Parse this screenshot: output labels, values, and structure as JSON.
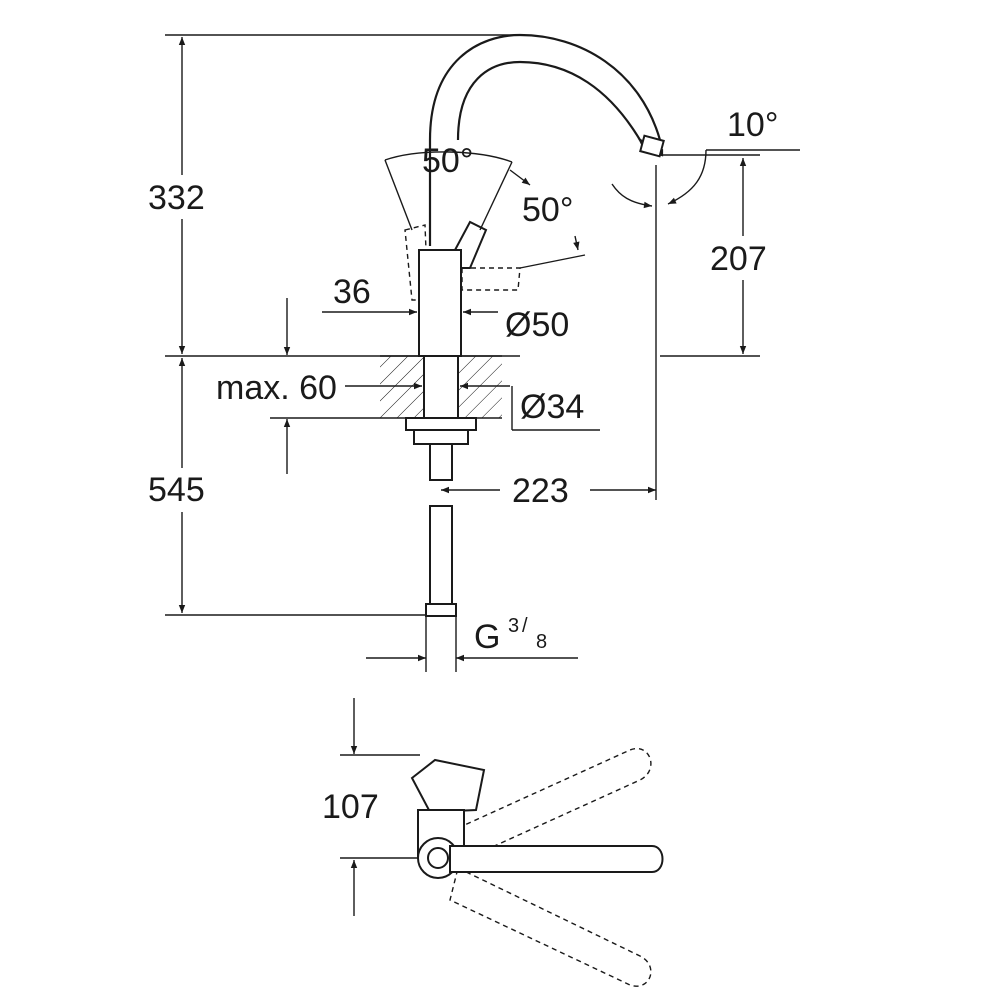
{
  "dimensions": {
    "height_total": "332",
    "angle_lever_1": "50°",
    "angle_lever_2": "50°",
    "angle_spout": "10°",
    "spout_height": "207",
    "lever_width": "36",
    "body_diameter": "Ø50",
    "max_countertop": "max. 60",
    "shank_diameter": "Ø34",
    "hose_length": "545",
    "reach": "223",
    "thread_prefix": "G",
    "thread_num": "3",
    "thread_den": "8",
    "handle_height": "107"
  }
}
